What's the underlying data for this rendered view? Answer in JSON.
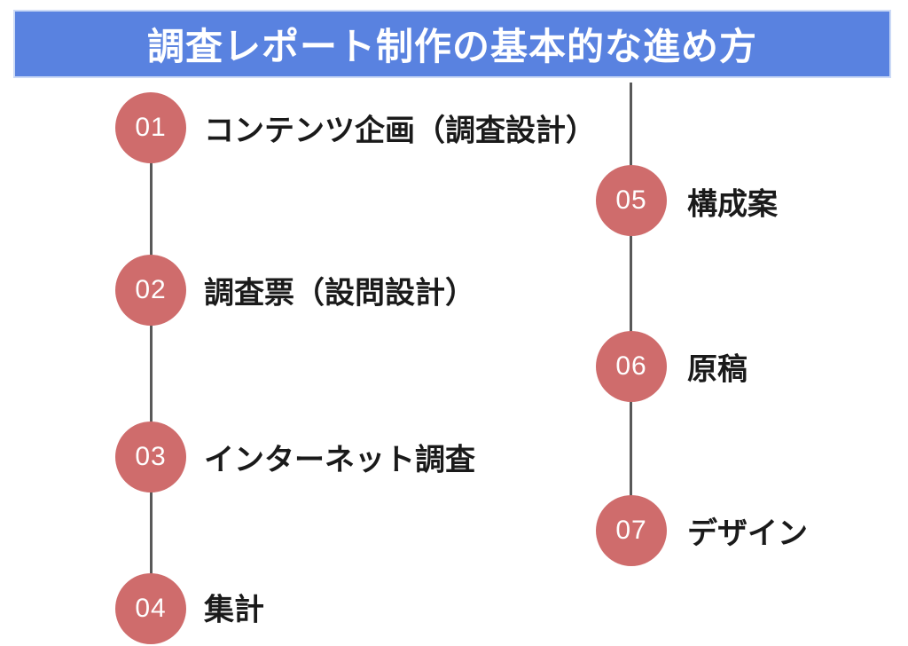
{
  "title": "調査レポート制作の基本的な進め方",
  "colors": {
    "background": "#FFFFFF",
    "header_bg": "#5982E0",
    "header_border": "#CCDAF6",
    "header_text": "#FFFFFF",
    "circle_fill": "#CF6C6C",
    "circle_text": "#FFFFFF",
    "line": "#595959",
    "label_text": "#1A1A1A"
  },
  "columns": {
    "left": {
      "steps": [
        {
          "number": "01",
          "label": "コンテンツ企画（調査設計）"
        },
        {
          "number": "02",
          "label": "調査票（設問設計）"
        },
        {
          "number": "03",
          "label": "インターネット調査"
        },
        {
          "number": "04",
          "label": "集計"
        }
      ]
    },
    "right": {
      "steps": [
        {
          "number": "05",
          "label": "構成案"
        },
        {
          "number": "06",
          "label": "原稿"
        },
        {
          "number": "07",
          "label": "デザイン"
        }
      ]
    }
  }
}
